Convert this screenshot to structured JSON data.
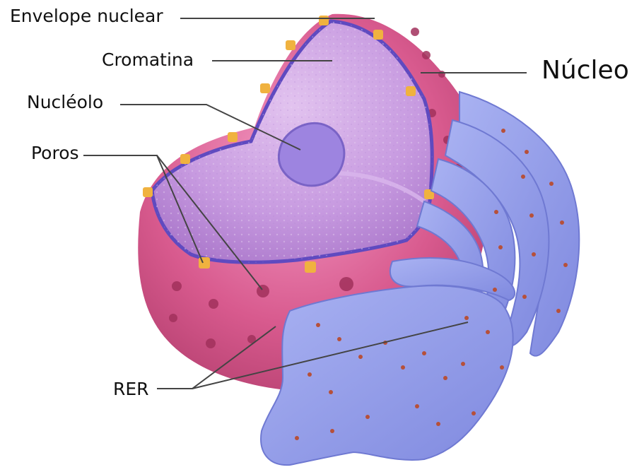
{
  "labels": {
    "envelope": "Envelope nuclear",
    "cromatina": "Cromatina",
    "nucleolo": "Nucléolo",
    "poros": "Poros",
    "rer": "RER",
    "nucleo": "Núcleo"
  },
  "colors": {
    "nucleus_outer": "#d85a8e",
    "nucleus_inner": "#b88ad6",
    "membrane": "#6a57c8",
    "pores": "#f0b23f",
    "er": "#8f9ae8",
    "ribosome": "#b6503a",
    "nucleolus": "#9d84e0",
    "leader_line": "#444444"
  }
}
